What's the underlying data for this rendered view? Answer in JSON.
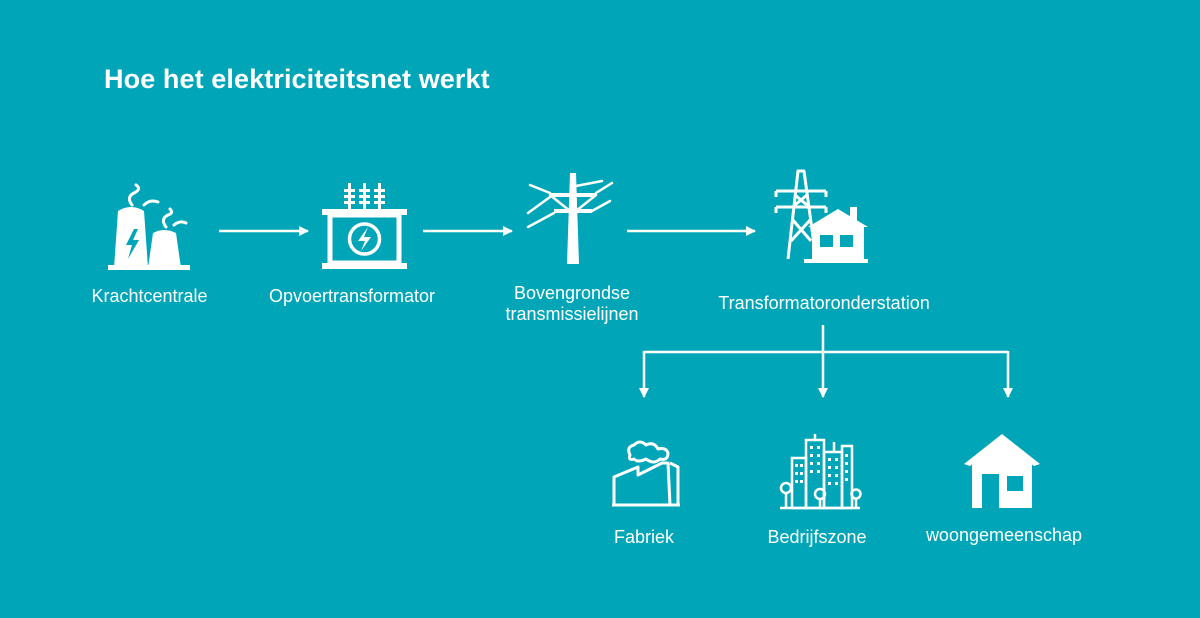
{
  "title": "Hoe het elektriciteitsnet werkt",
  "nodes": {
    "power_plant": {
      "label": "Krachtcentrale",
      "icon": "power-plant-icon"
    },
    "step_up_transformer": {
      "label": "Opvoertransformator",
      "icon": "transformer-icon"
    },
    "transmission_lines": {
      "label_line1": "Bovengrondse",
      "label_line2": "transmissielijnen",
      "icon": "transmission-tower-icon"
    },
    "substation": {
      "label": "Transformatoronderstation",
      "icon": "substation-icon"
    },
    "factory": {
      "label": "Fabriek",
      "icon": "factory-icon"
    },
    "business_district": {
      "label": "Bedrijfszone",
      "icon": "city-buildings-icon"
    },
    "residential": {
      "label": "woongemeenschap",
      "icon": "house-icon"
    }
  },
  "colors": {
    "background": "#00a6b8",
    "foreground": "#ffffff"
  }
}
